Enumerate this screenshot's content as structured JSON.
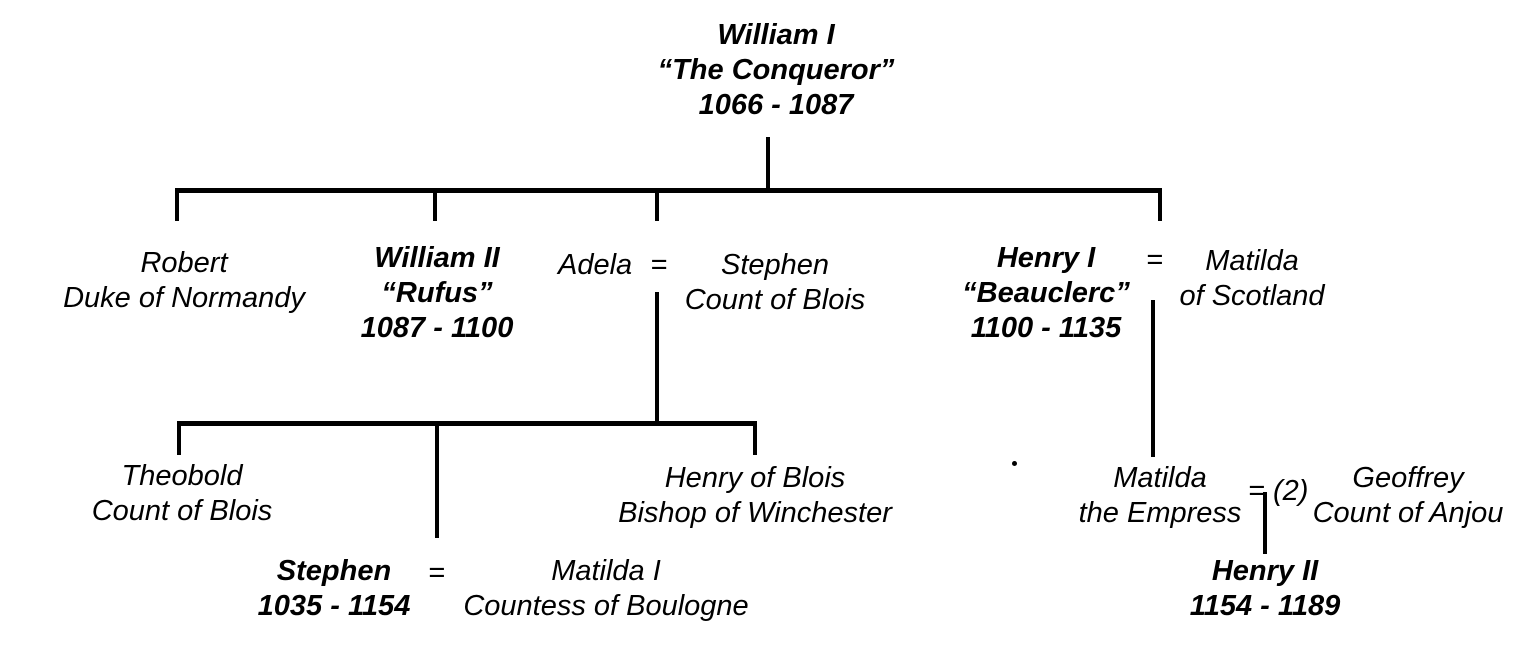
{
  "colors": {
    "background": "#ffffff",
    "text": "#000000",
    "line": "#000000"
  },
  "tree": {
    "root": {
      "name": "William I",
      "epithet": "“The Conqueror”",
      "years": "1066 - 1087"
    },
    "gen2": {
      "robert": {
        "line1": "Robert",
        "line2": "Duke of Normandy"
      },
      "william2": {
        "name": "William II",
        "epithet": "“Rufus”",
        "years": "1087 - 1100"
      },
      "adela": {
        "name": "Adela",
        "equals": "="
      },
      "stephen_blois": {
        "line1": "Stephen",
        "line2": "Count of Blois"
      },
      "henry1": {
        "name": "Henry I",
        "epithet": "“Beauclerc”",
        "years": "1100 - 1135",
        "equals": "="
      },
      "matilda_scotland": {
        "line1": "Matilda",
        "line2": "of Scotland"
      }
    },
    "gen3": {
      "theobold": {
        "line1": "Theobold",
        "line2": "Count of Blois"
      },
      "henry_blois": {
        "line1": "Henry of Blois",
        "line2": "Bishop of Winchester"
      },
      "stephen_king": {
        "name": "Stephen",
        "years": "1035 - 1154",
        "equals": "="
      },
      "matilda_boulogne": {
        "line1": "Matilda I",
        "line2": "Countess of Boulogne"
      },
      "matilda_empress": {
        "line1": "Matilda",
        "line2": "the Empress",
        "equals": "= (2)"
      },
      "geoffrey": {
        "line1": "Geoffrey",
        "line2": "Count of Anjou"
      }
    },
    "gen4": {
      "henry2": {
        "name": "Henry II",
        "years": "1154 - 1189"
      }
    }
  }
}
